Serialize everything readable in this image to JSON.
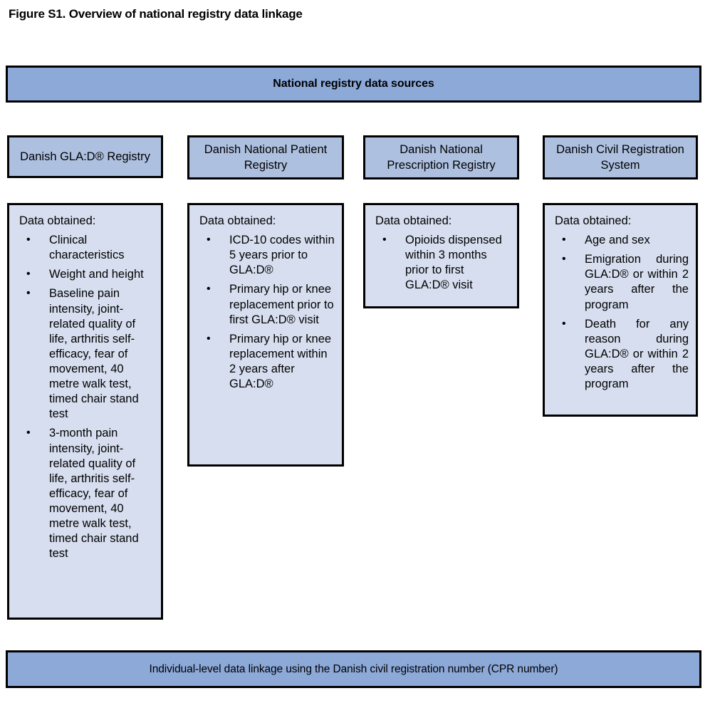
{
  "figure": {
    "title": "Figure S1. Overview of national registry data linkage"
  },
  "colors": {
    "banner_blue": "#8CA9D8",
    "header_blue": "#AEC0E0",
    "detail_light_blue": "#D6DEEF",
    "border": "#000000"
  },
  "banner_top": {
    "label": "National registry data sources"
  },
  "banner_bottom": {
    "label": "Individual-level data linkage using the Danish civil registration number (CPR number)"
  },
  "obtained_label": "Data obtained:",
  "bullet_glyph": "•",
  "columns": [
    {
      "header": "Danish GLA:D® Registry",
      "obtained_label": "Data obtained:",
      "items": [
        "Clinical characteristics",
        "Weight and height",
        "Baseline pain intensity, joint-related quality of life, arthritis self-efficacy, fear of movement, 40 metre walk test, timed chair stand test",
        "3-month pain intensity, joint-related quality of life, arthritis self-efficacy, fear of movement, 40 metre walk test, timed chair stand test"
      ]
    },
    {
      "header": "Danish National Patient Registry",
      "obtained_label": "Data obtained:",
      "items": [
        "ICD-10 codes within 5 years prior to GLA:D®",
        "Primary hip or knee replacement prior to first GLA:D® visit",
        "Primary hip or knee replacement within 2 years after GLA:D®"
      ]
    },
    {
      "header": "Danish National Prescription Registry",
      "obtained_label": "Data obtained:",
      "items": [
        "Opioids dispensed within 3 months prior to first GLA:D® visit"
      ]
    },
    {
      "header": "Danish Civil Registration System",
      "obtained_label": "Data obtained:",
      "items": [
        "Age and sex",
        "Emigration during GLA:D® or within 2 years after the program",
        "Death for any reason during GLA:D® or within 2 years after the program"
      ]
    }
  ]
}
